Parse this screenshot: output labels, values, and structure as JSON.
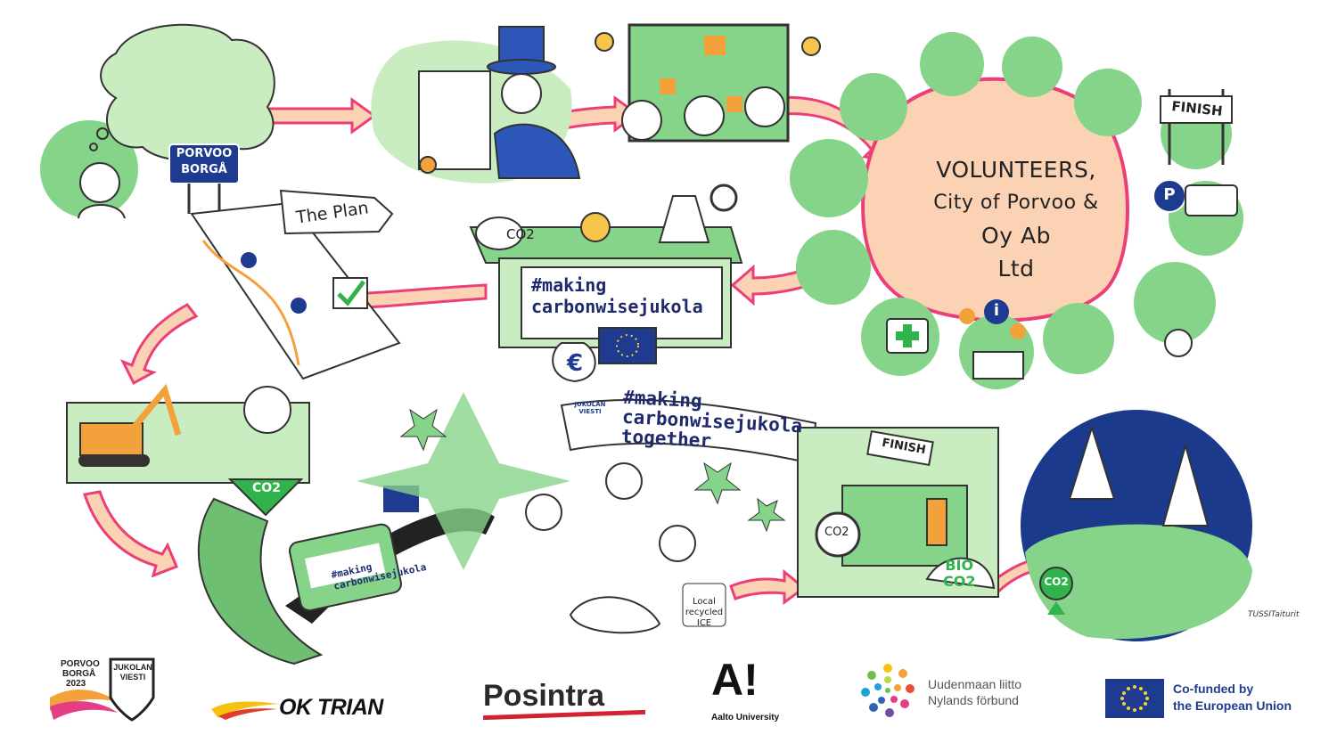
{
  "illustration": {
    "porvoo_sign": [
      "PORVOO",
      "BORGÅ"
    ],
    "plan_banner": "The Plan",
    "campaign_box": [
      "#making",
      "carbonwisejukola"
    ],
    "campaign_banner": [
      "#making",
      "carbonwisejukola",
      "together"
    ],
    "volunteers": [
      "VOLUNTEERS,",
      "City of Porvoo &",
      "Oy Ab",
      "Ltd"
    ],
    "finish_sign_top": "FINISH",
    "finish_sign_bottom": "FINISH",
    "co2_labels": [
      "CO2",
      "CO2",
      "CO2",
      "CO2",
      "BIO",
      "CO2"
    ],
    "bus_text": [
      "#making",
      "carbonwisejukola"
    ],
    "ice_label": [
      "Local",
      "recycled",
      "ICE"
    ],
    "jukola_badge": "JUKOLAN VIESTI",
    "parking_symbol": "P",
    "info_symbol": "i",
    "euro_symbol": "€",
    "artist_signature": "TUSSITaiturit"
  },
  "colors": {
    "green": "#86d38a",
    "light_green": "#c9ecc1",
    "peach": "#fbd3b4",
    "pink_border": "#ec3f78",
    "navy": "#1f3b8f",
    "sky": "#1b3a8c"
  },
  "logos": {
    "porvoo": {
      "line1": "PORVOO",
      "line2": "BORGÅ",
      "year": "2023",
      "badge1": "JUKOLAN",
      "badge2": "VIESTI"
    },
    "oktrian": "OK TRIAN",
    "posintra": "Posintra",
    "aalto": {
      "mark": "A!",
      "name": "Aalto University"
    },
    "uudenmaan": {
      "line1": "Uudenmaan liitto",
      "line2": "Nylands förbund"
    },
    "eu": {
      "line1": "Co-funded by",
      "line2": "the European Union"
    }
  }
}
